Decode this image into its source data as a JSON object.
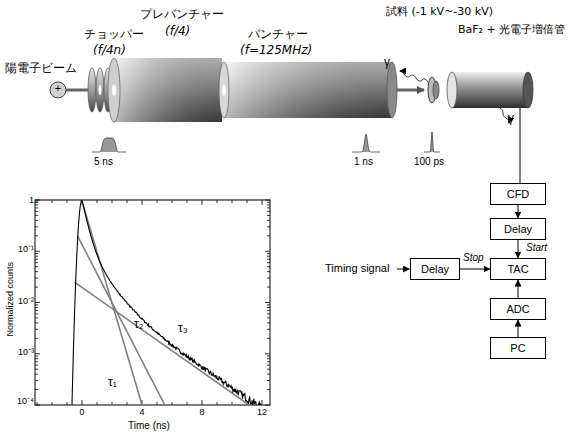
{
  "diagram": {
    "nodes": [
      {
        "text": [
          "CFD"
        ]
      },
      {
        "text": [
          "Delay"
        ]
      },
      {
        "text": [
          "TAC"
        ]
      },
      {
        "text": [
          "ADC"
        ]
      },
      {
        "text": [
          "PC"
        ]
      },
      {
        "text": [
          "Delay"
        ]
      }
    ],
    "edges": [
      {
        "from": 0,
        "to": 1,
        "arrow": "to"
      },
      {
        "from": 1,
        "to": 2,
        "label": "Start",
        "arrow": "to"
      },
      {
        "from": 5,
        "to": 2,
        "label": "Stop",
        "arrow": "to"
      },
      {
        "from": 3,
        "to": 2,
        "arrow": "to"
      },
      {
        "from": 4,
        "to": 3,
        "arrow": "to"
      }
    ],
    "labels": [
      "陽電子ビーム",
      "チョッパー",
      "(f/4n)",
      "プレバンチャー",
      "(f/4)",
      "バンチャー",
      "(f=125MHz)",
      "試料 (-1 kV~-30 kV)",
      "BaF₂ + 光電子増倍管",
      "5 ns",
      "1 ns",
      "100 ps",
      "γ",
      "γ",
      "+",
      "Timing signal",
      "Normalized counts",
      "Time (ns)",
      "1",
      "10⁻¹",
      "10⁻²",
      "10⁻³",
      "10⁻⁴",
      "0",
      "4",
      "8",
      "12",
      "τ₁",
      "τ₂",
      "τ₃"
    ]
  }
}
